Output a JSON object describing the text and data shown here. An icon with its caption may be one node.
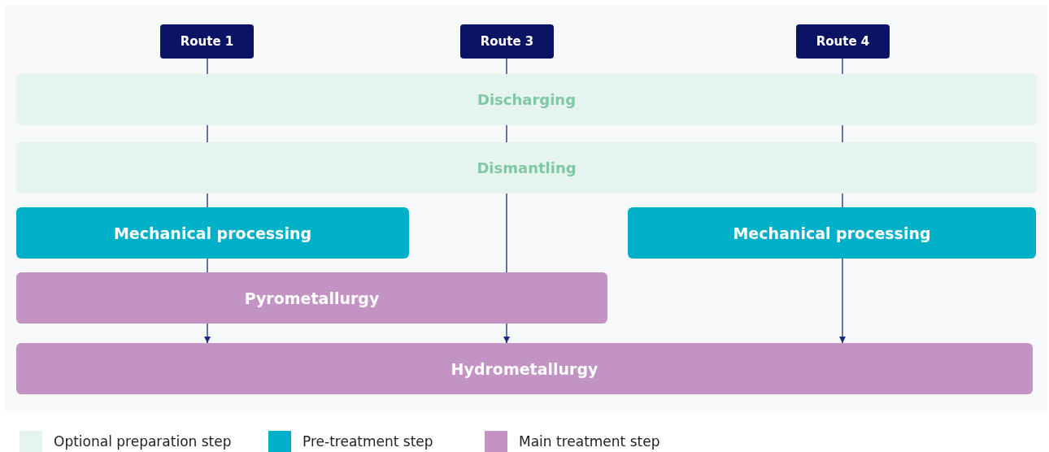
{
  "diagram": {
    "nodes": [
      {
        "text": [
          "Route 1"
        ]
      },
      {
        "text": [
          "Route 3"
        ]
      },
      {
        "text": [
          "Route 4"
        ]
      },
      {
        "text": [
          "Discharging"
        ]
      },
      {
        "text": [
          "Dismantling"
        ]
      },
      {
        "text": [
          "Mechanical processing"
        ]
      },
      {
        "text": [
          "Mechanical processing"
        ]
      },
      {
        "text": [
          "Pyrometallurgy"
        ]
      },
      {
        "text": [
          "Hydrometallurgy"
        ]
      }
    ],
    "edges": [
      {
        "from": 0,
        "to": 3,
        "arrow": "none"
      },
      {
        "from": 3,
        "to": 4,
        "arrow": "none"
      },
      {
        "from": 4,
        "to": 5,
        "arrow": "none"
      },
      {
        "from": 5,
        "to": 7,
        "arrow": "none"
      },
      {
        "from": 7,
        "to": 8,
        "arrow": "to"
      },
      {
        "from": 1,
        "to": 3,
        "arrow": "none"
      },
      {
        "from": 3,
        "to": 4,
        "arrow": "none"
      },
      {
        "from": 4,
        "to": 7,
        "arrow": "none"
      },
      {
        "from": 7,
        "to": 8,
        "arrow": "to"
      },
      {
        "from": 2,
        "to": 3,
        "arrow": "none"
      },
      {
        "from": 3,
        "to": 4,
        "arrow": "none"
      },
      {
        "from": 4,
        "to": 6,
        "arrow": "none"
      },
      {
        "from": 6,
        "to": 8,
        "arrow": "to"
      }
    ],
    "legend": [
      {
        "text": "Optional preparation step",
        "color": "#e6f4ef"
      },
      {
        "text": "Pre-treatment step",
        "color": "#00afc8"
      },
      {
        "text": "Main treatment step",
        "color": "#c393c4"
      }
    ]
  }
}
